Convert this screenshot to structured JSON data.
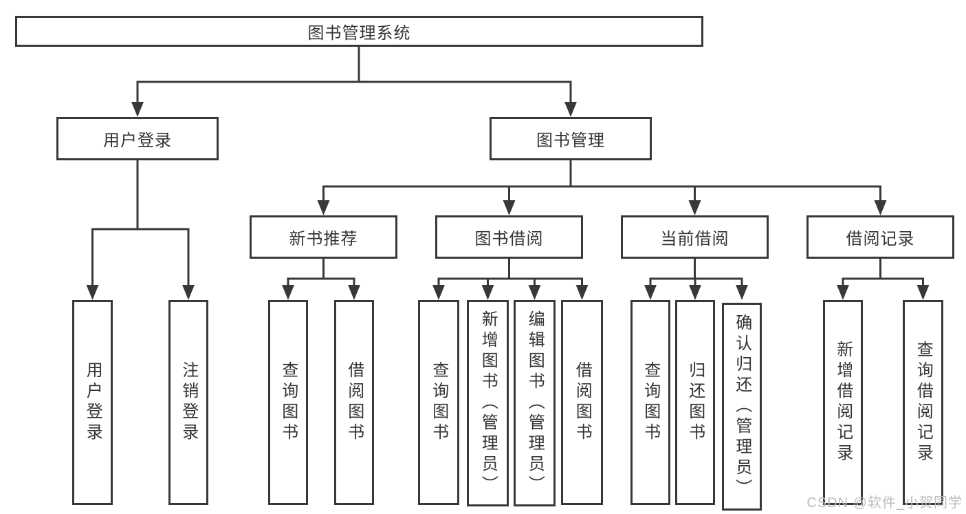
{
  "diagram_type": "function-structure-tree",
  "tree": {
    "label": "图书管理系统",
    "children": [
      {
        "label": "用户登录",
        "children": [
          {
            "label": "用户登录"
          },
          {
            "label": "注销登录"
          }
        ]
      },
      {
        "label": "图书管理",
        "children": [
          {
            "label": "新书推荐",
            "children": [
              {
                "label": "查询图书"
              },
              {
                "label": "借阅图书"
              }
            ]
          },
          {
            "label": "图书借阅",
            "children": [
              {
                "label": "查询图书"
              },
              {
                "label": "新增图书（管理员）"
              },
              {
                "label": "编辑图书（管理员）"
              },
              {
                "label": "借阅图书"
              }
            ]
          },
          {
            "label": "当前借阅",
            "children": [
              {
                "label": "查询图书"
              },
              {
                "label": "归还图书"
              },
              {
                "label": "确认归还（管理员）"
              }
            ]
          },
          {
            "label": "借阅记录",
            "children": [
              {
                "label": "新增借阅记录"
              },
              {
                "label": "查询借阅记录"
              }
            ]
          }
        ]
      }
    ]
  },
  "watermark": {
    "text": "CSDN @软件_小贺同学"
  },
  "colors": {
    "line": "#383838",
    "text": "#333333",
    "box_background": "#ffffff",
    "watermark": "#b9bdc2"
  }
}
